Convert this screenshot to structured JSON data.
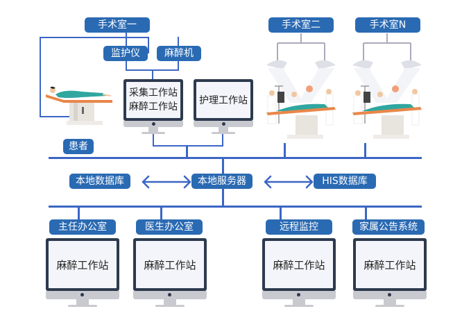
{
  "diagram": {
    "or_rooms": [
      "手术室一",
      "手术室二",
      "手术室N"
    ],
    "devices": [
      "监护仪",
      "麻醉机"
    ],
    "patient_label": "患者",
    "or1_workstations": [
      {
        "lines": [
          "采集工作站",
          "麻醉工作站"
        ]
      },
      {
        "lines": [
          "护理工作站"
        ]
      }
    ],
    "middle": {
      "left": "本地数据库",
      "center": "本地服务器",
      "right": "HIS数据库"
    },
    "offices": [
      {
        "label": "主任办公室",
        "screen": "麻醉工作站"
      },
      {
        "label": "医生办公室",
        "screen": "麻醉工作站"
      },
      {
        "label": "远程监控",
        "screen": "麻醉工作站"
      },
      {
        "label": "家属公告系统",
        "screen": "麻醉工作站"
      }
    ],
    "colors": {
      "tag": "#2a6ab3",
      "line": "#3b66c4",
      "monitor_frame": "#2d3a4e",
      "screen": "#f4f5fa"
    }
  }
}
